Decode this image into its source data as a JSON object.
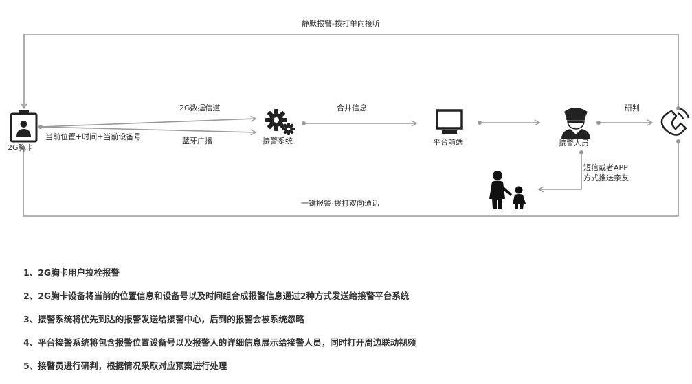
{
  "top_loop_label": "静默报警-拨打单向接听",
  "bottom_loop_label": "一键报警-拨打双向通话",
  "nodes": {
    "badge": {
      "label": "2G胸卡",
      "icon": "badge-icon"
    },
    "alarm_system": {
      "label": "接警系统",
      "icon": "gears-icon"
    },
    "platform": {
      "label": "平台前端",
      "icon": "monitor-icon"
    },
    "operator": {
      "label": "接警人员",
      "icon": "police-officer-icon"
    },
    "phone": {
      "icon": "phone-icon"
    },
    "family": {
      "icon": "family-icon"
    }
  },
  "edges": {
    "badge_info": "当前位置+时间+当前设备号",
    "channel_2g": "2G数据信道",
    "channel_bt": "蓝牙广播",
    "merge": "合并信息",
    "judge": "研判",
    "notify_line1": "短信或者APP",
    "notify_line2": "方式推送亲友"
  },
  "steps": [
    "1、2G胸卡用户拉栓报警",
    "2、2G胸卡设备将当前的位置信息和设备号以及时间组合成报警信息通过2种方式发送给接警平台系统",
    "3、接警系统将优先到达的报警发送给接警中心，后到的报警会被系统忽略",
    "4、平台接警系统将包含报警位置设备号以及报警人的详细信息展示给接警人员，同时打开周边联动视频",
    "5、接警员进行研判，根据情况采取对应预案进行处理"
  ],
  "colors": {
    "line": "#9a9a9a",
    "icon": "#222222"
  }
}
